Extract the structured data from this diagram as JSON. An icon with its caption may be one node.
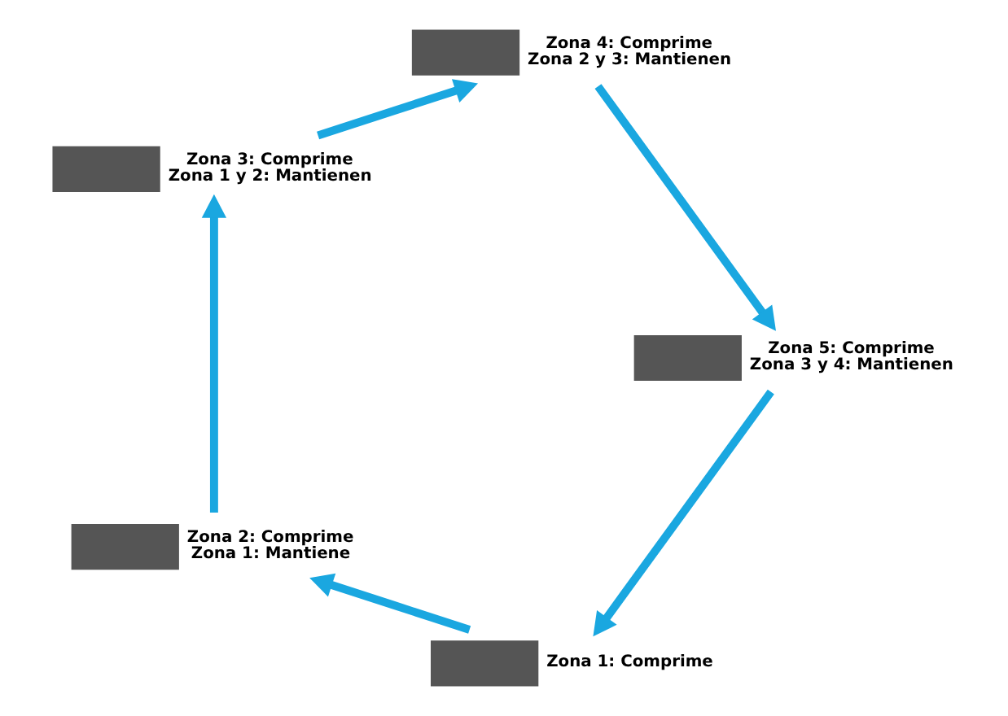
{
  "diagram": {
    "nodes": [
      {
        "text": [],
        "shape": "box",
        "beside": [
          "Zona 1: Comprime"
        ]
      },
      {
        "text": [],
        "shape": "box",
        "beside": [
          "Zona 2: Comprime",
          "Zona 1: Mantiene"
        ]
      },
      {
        "text": [],
        "shape": "box",
        "beside": [
          "Zona 3: Comprime",
          "Zona 1 y 2: Mantienen"
        ]
      },
      {
        "text": [],
        "shape": "box",
        "beside": [
          "Zona 4: Comprime",
          "Zona 2 y 3: Mantienen"
        ]
      },
      {
        "text": [],
        "shape": "box",
        "beside": [
          "Zona 5: Comprime",
          "Zona 3 y 4: Mantienen"
        ]
      }
    ],
    "edges": [
      {
        "from": 0,
        "to": 1,
        "arrow": "to"
      },
      {
        "from": 1,
        "to": 2,
        "arrow": "to"
      },
      {
        "from": 2,
        "to": 3,
        "arrow": "to"
      },
      {
        "from": 3,
        "to": 4,
        "arrow": "to"
      },
      {
        "from": 4,
        "to": 0,
        "arrow": "to"
      }
    ]
  }
}
